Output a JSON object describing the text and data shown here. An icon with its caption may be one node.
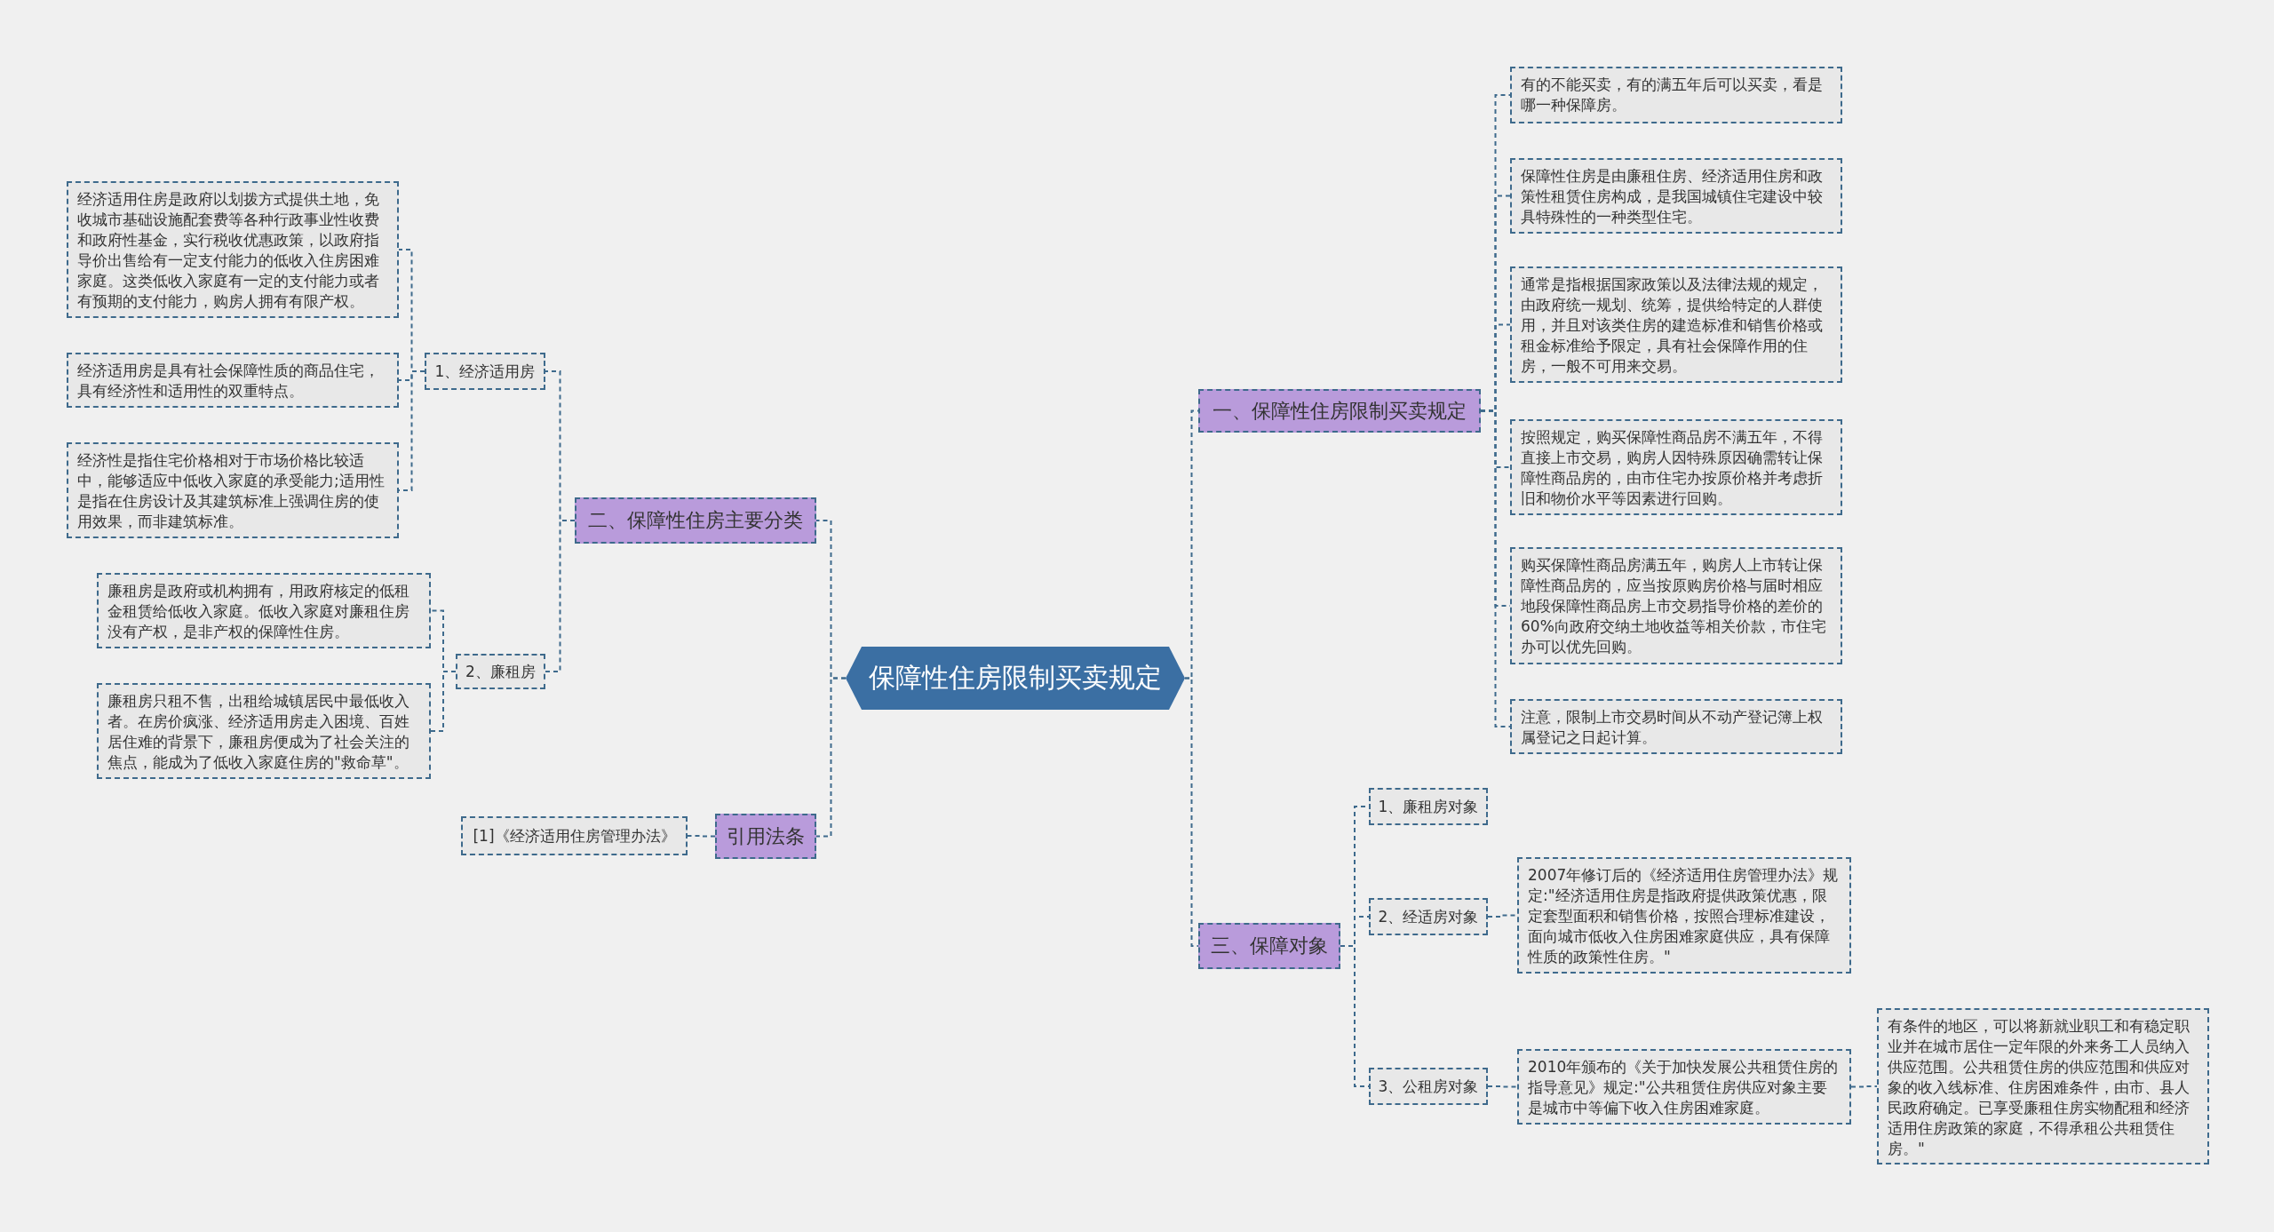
{
  "diagram": {
    "nodes": [
      {
        "text": [
          "保障性住房限制买卖规定"
        ]
      },
      {
        "text": [
          "一、保障性住房限制买卖规定"
        ]
      },
      {
        "text": [
          "有的不能买卖，有的满五年后可以买卖，看是哪一种保障房。"
        ]
      },
      {
        "text": [
          "保障性住房是由廉租住房、经济适用住房和政策性租赁住房构成，是我国城镇住宅建设中较具特殊性的一种类型住宅。"
        ]
      },
      {
        "text": [
          "通常是指根据国家政策以及法律法规的规定，由政府统一规划、统筹，提供给特定的人群使用，并且对该类住房的建造标准和销售价格或租金标准给予限定，具有社会保障作用的住房，一般不可用来交易。"
        ]
      },
      {
        "text": [
          "按照规定，购买保障性商品房不满五年，不得直接上市交易，购房人因特殊原因确需转让保障性商品房的，由市住宅办按原价格并考虑折旧和物价水平等因素进行回购。"
        ]
      },
      {
        "text": [
          "购买保障性商品房满五年，购房人上市转让保障性商品房的，应当按原购房价格与届时相应地段保障性商品房上市交易指导价格的差价的60%向政府交纳土地收益等相关价款，市住宅办可以优先回购。"
        ]
      },
      {
        "text": [
          "注意，限制上市交易时间从不动产登记簿上权属登记之日起计算。"
        ]
      },
      {
        "text": [
          "三、保障对象"
        ]
      },
      {
        "text": [
          "1、廉租房对象"
        ]
      },
      {
        "text": [
          "2、经适房对象"
        ]
      },
      {
        "text": [
          "2007年修订后的《经济适用住房管理办法》规定:\"经济适用住房是指政府提供政策优惠，限定套型面积和销售价格，按照合理标准建设，面向城市低收入住房困难家庭供应，具有保障性质的政策性住房。\""
        ]
      },
      {
        "text": [
          "3、公租房对象"
        ]
      },
      {
        "text": [
          "2010年颁布的《关于加快发展公共租赁住房的指导意见》规定:\"公共租赁住房供应对象主要是城市中等偏下收入住房困难家庭。"
        ]
      },
      {
        "text": [
          "有条件的地区，可以将新就业职工和有稳定职业并在城市居住一定年限的外来务工人员纳入供应范围。公共租赁住房的供应范围和供应对象的收入线标准、住房困难条件，由市、县人民政府确定。已享受廉租住房实物配租和经济适用住房政策的家庭，不得承租公共租赁住房。\""
        ]
      },
      {
        "text": [
          "二、保障性住房主要分类"
        ]
      },
      {
        "text": [
          "1、经济适用房"
        ]
      },
      {
        "text": [
          "经济适用住房是政府以划拨方式提供土地，免收城市基础设施配套费等各种行政事业性收费和政府性基金，实行税收优惠政策，以政府指导价出售给有一定支付能力的低收入住房困难家庭。这类低收入家庭有一定的支付能力或者有预期的支付能力，购房人拥有有限产权。"
        ]
      },
      {
        "text": [
          "经济适用房是具有社会保障性质的商品住宅，具有经济性和适用性的双重特点。"
        ]
      },
      {
        "text": [
          "经济性是指住宅价格相对于市场价格比较适中，能够适应中低收入家庭的承受能力;适用性是指在住房设计及其建筑标准上强调住房的使用效果，而非建筑标准。"
        ]
      },
      {
        "text": [
          "2、廉租房"
        ]
      },
      {
        "text": [
          "廉租房是政府或机构拥有，用政府核定的低租金租赁给低收入家庭。低收入家庭对廉租住房没有产权，是非产权的保障性住房。"
        ]
      },
      {
        "text": [
          "廉租房只租不售，出租给城镇居民中最低收入者。在房价疯涨、经济适用房走入困境、百姓居住难的背景下，廉租房便成为了社会关注的焦点，能成为了低收入家庭住房的\"救命草\"。"
        ]
      },
      {
        "text": [
          "引用法条"
        ]
      },
      {
        "text": [
          "[1]《经济适用住房管理办法》"
        ]
      }
    ],
    "edges": [
      {
        "from": 0,
        "to": 1,
        "arrow": "none"
      },
      {
        "from": 1,
        "to": 2,
        "arrow": "none"
      },
      {
        "from": 1,
        "to": 3,
        "arrow": "none"
      },
      {
        "from": 1,
        "to": 4,
        "arrow": "none"
      },
      {
        "from": 1,
        "to": 5,
        "arrow": "none"
      },
      {
        "from": 1,
        "to": 6,
        "arrow": "none"
      },
      {
        "from": 1,
        "to": 7,
        "arrow": "none"
      },
      {
        "from": 0,
        "to": 8,
        "arrow": "none"
      },
      {
        "from": 8,
        "to": 9,
        "arrow": "none"
      },
      {
        "from": 8,
        "to": 10,
        "arrow": "none"
      },
      {
        "from": 10,
        "to": 11,
        "arrow": "none"
      },
      {
        "from": 8,
        "to": 12,
        "arrow": "none"
      },
      {
        "from": 12,
        "to": 13,
        "arrow": "none"
      },
      {
        "from": 13,
        "to": 14,
        "arrow": "none"
      },
      {
        "from": 0,
        "to": 15,
        "arrow": "none"
      },
      {
        "from": 15,
        "to": 16,
        "arrow": "none"
      },
      {
        "from": 16,
        "to": 17,
        "arrow": "none"
      },
      {
        "from": 16,
        "to": 18,
        "arrow": "none"
      },
      {
        "from": 16,
        "to": 19,
        "arrow": "none"
      },
      {
        "from": 15,
        "to": 20,
        "arrow": "none"
      },
      {
        "from": 20,
        "to": 21,
        "arrow": "none"
      },
      {
        "from": 20,
        "to": 22,
        "arrow": "none"
      },
      {
        "from": 0,
        "to": 23,
        "arrow": "none"
      },
      {
        "from": 23,
        "to": 24,
        "arrow": "none"
      }
    ]
  }
}
